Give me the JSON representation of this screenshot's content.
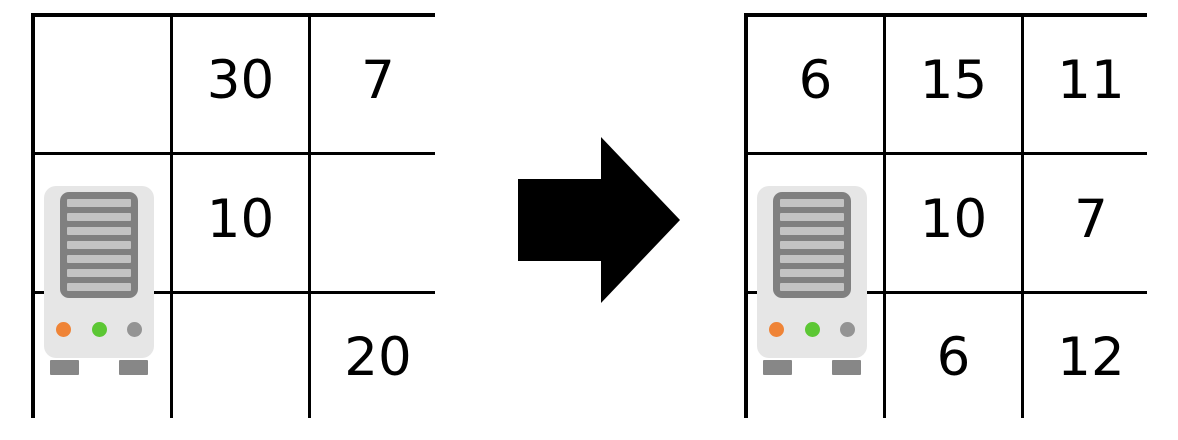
{
  "diagram": {
    "type": "before-after-grid-transformation",
    "title": "",
    "arrow": {
      "name": "right-arrow",
      "direction": "right",
      "color": "#000000"
    }
  },
  "icon": {
    "name": "server-robot-icon",
    "body_color": "#e6e6e6",
    "grille_color": "#808080",
    "grille_bar_color": "#c3c3c3",
    "grille_bar_count": 7,
    "foot_color": "#878787",
    "leds": [
      {
        "name": "led-orange",
        "color": "#ef8437"
      },
      {
        "name": "led-green",
        "color": "#5cc734"
      },
      {
        "name": "led-gray",
        "color": "#949494"
      }
    ]
  },
  "grids": [
    {
      "id": "input-grid",
      "label": "left",
      "rows": 3,
      "cols": 3,
      "robot_cell": {
        "row": 1,
        "col": 0
      },
      "cells": [
        [
          "",
          "30",
          "7"
        ],
        [
          "",
          "10",
          ""
        ],
        [
          "",
          "",
          "20"
        ]
      ]
    },
    {
      "id": "output-grid",
      "label": "right",
      "rows": 3,
      "cols": 3,
      "robot_cell": {
        "row": 1,
        "col": 0
      },
      "cells": [
        [
          "6",
          "15",
          "11"
        ],
        [
          "",
          "10",
          "7"
        ],
        [
          "",
          "6",
          "12"
        ]
      ]
    }
  ]
}
